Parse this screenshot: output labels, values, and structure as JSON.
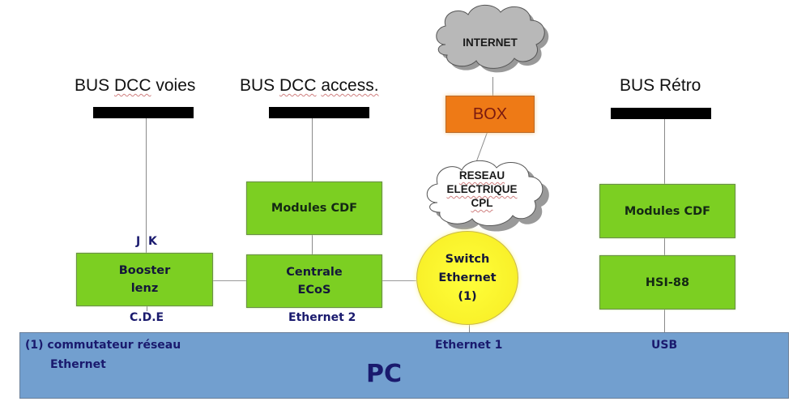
{
  "diagram": {
    "buses": [
      {
        "label_parts": [
          "BUS ",
          "DCC",
          " voies"
        ]
      },
      {
        "label_parts": [
          "BUS ",
          "DCC",
          " ",
          "access."
        ]
      },
      {
        "label": "BUS Rétro"
      }
    ],
    "clouds": {
      "internet": "INTERNET",
      "cpl": [
        "RESEAU",
        "ELECTRIQUE",
        "CPL"
      ]
    },
    "box": "BOX",
    "switch": [
      "Switch",
      "Ethernet",
      "(1)"
    ],
    "modules": {
      "modules_cdf_left": "Modules CDF",
      "modules_cdf_right": "Modules CDF",
      "booster": [
        "Booster",
        "lenz"
      ],
      "centrale": [
        "Centrale",
        "ECoS"
      ],
      "hsi": "HSI-88"
    },
    "port_labels": {
      "jk": "J  K",
      "cde": "C.D.E",
      "ethernet2": "Ethernet 2",
      "ethernet1": "Ethernet 1",
      "usb": "USB"
    },
    "pc": {
      "label": "PC",
      "footnote_line1": "(1) commutateur réseau",
      "footnote_line2": "Ethernet"
    },
    "colors": {
      "module_green": "#7ccf22",
      "box_orange": "#ee7a16",
      "switch_yellow": "#f9f12a",
      "pc_blue": "#729fcf",
      "label_navy": "#1a1a6e"
    }
  }
}
